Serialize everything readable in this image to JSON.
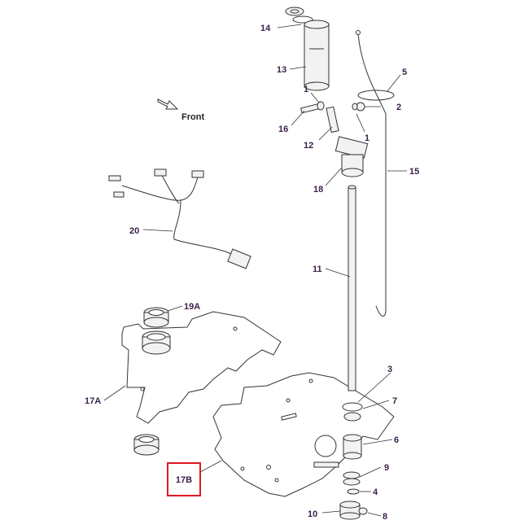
{
  "colors": {
    "callout_text": "#3a1f4a",
    "highlight": "#e0191f",
    "line": "#333333",
    "part_fill": "#f2f2f2"
  },
  "labels": {
    "front": "Front",
    "c1a": "1",
    "c1b": "1",
    "c2": "2",
    "c3": "3",
    "c4": "4",
    "c5": "5",
    "c6": "6",
    "c7": "7",
    "c8": "8",
    "c9": "9",
    "c10": "10",
    "c11": "11",
    "c12": "12",
    "c13": "13",
    "c14": "14",
    "c15": "15",
    "c16": "16",
    "c17a": "17A",
    "c17b": "17B",
    "c18": "18",
    "c19a": "19A",
    "c20": "20"
  },
  "highlighted_callout": "17B"
}
